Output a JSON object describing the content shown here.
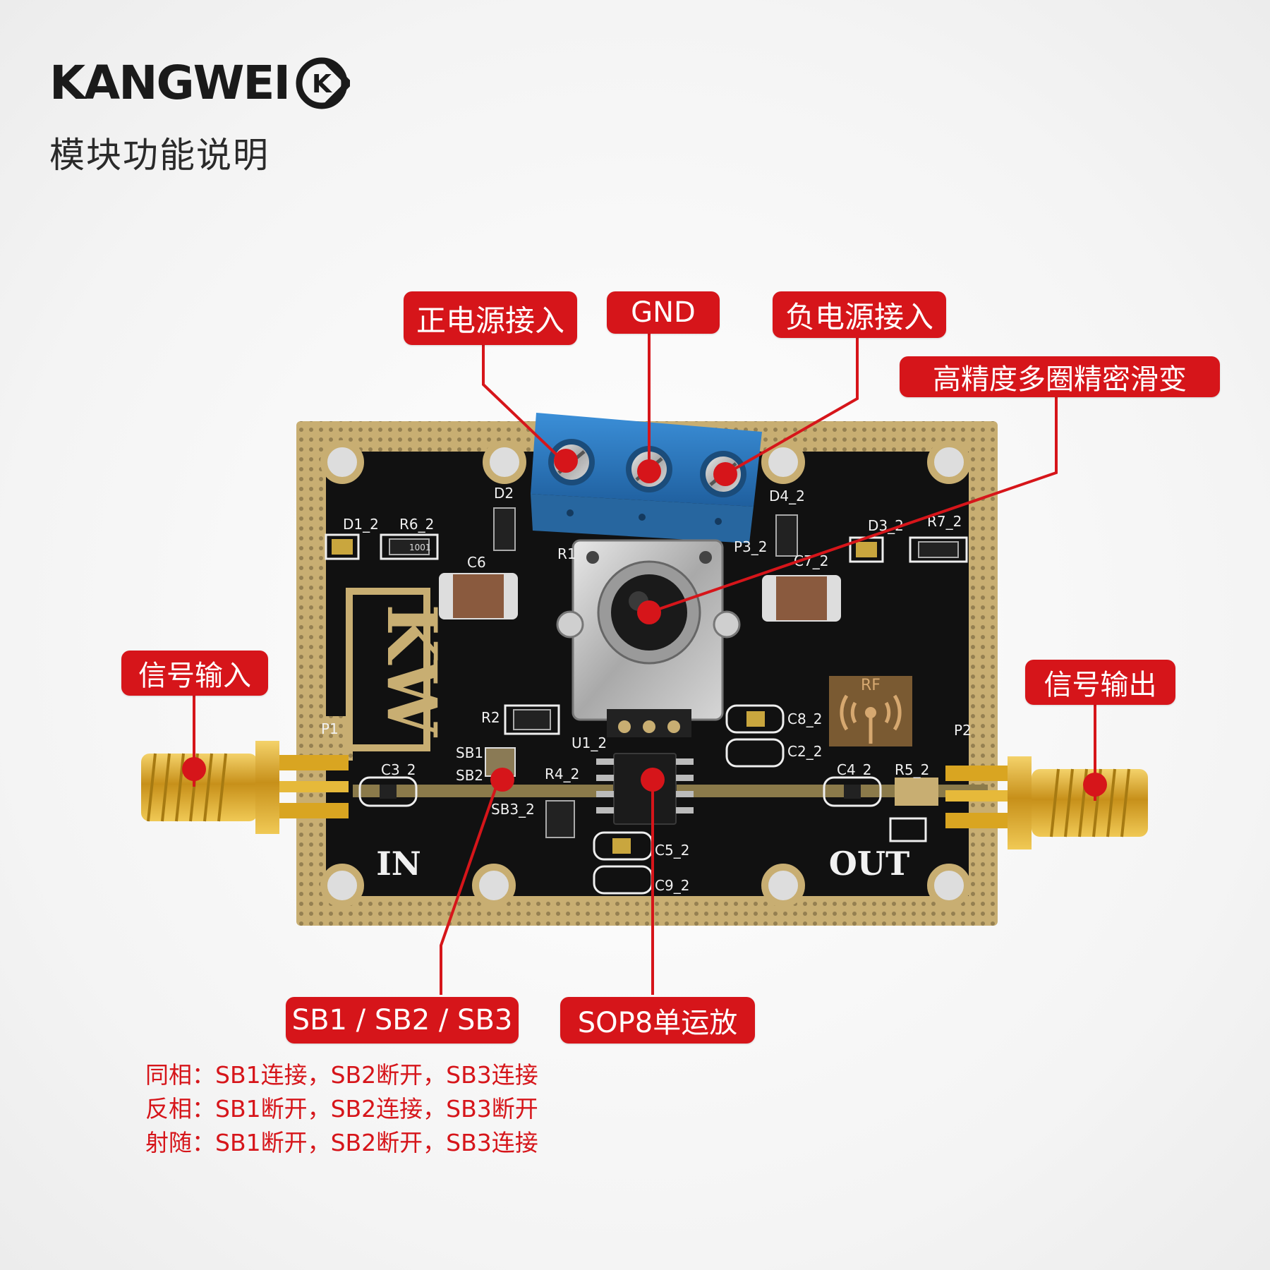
{
  "brand": {
    "logo_text": "KANGWEI",
    "logo_badge": "K",
    "subtitle": "模块功能说明"
  },
  "callouts": {
    "positive_power": "正电源接入",
    "gnd": "GND",
    "negative_power": "负电源接入",
    "potentiometer": "高精度多圈精密滑变",
    "signal_input": "信号输入",
    "signal_output": "信号输出",
    "solder_bridges": "SB1 / SB2 / SB3",
    "opamp": "SOP8单运放"
  },
  "notes": [
    "同相：SB1连接，SB2断开，SB3连接",
    "反相：SB1断开，SB2连接，SB3断开",
    "射随：SB1断开，SB2断开，SB3连接"
  ],
  "board": {
    "logo": "KW",
    "in_label": "IN",
    "out_label": "OUT",
    "rf_label": "RF",
    "silkscreen": {
      "d1": "D1_2",
      "r6": "R6_2",
      "d2": "D2",
      "c6": "C6",
      "r1": "R1",
      "d4": "D4_2",
      "p3": "P3_2",
      "d3": "D3_2",
      "r7": "R7_2",
      "c7": "C7_2",
      "r2": "R2",
      "u1": "U1_2",
      "sb1": "SB1",
      "sb2": "SB2",
      "sb3": "SB3_2",
      "r4": "R4_2",
      "c3": "C3_2",
      "c4": "C4_2",
      "r5": "R5_2",
      "c8": "C8_2",
      "c2": "C2_2",
      "c5": "C5_2",
      "c9": "C9_2",
      "p1": "P1",
      "p2": "P2",
      "resistor_code": "1001"
    }
  },
  "colors": {
    "callout_red": "#d6151a",
    "pcb_black": "#111111",
    "pcb_gold": "#c8ae72",
    "terminal_blue": "#2f7fc8",
    "sma_gold": "#d9a521"
  }
}
